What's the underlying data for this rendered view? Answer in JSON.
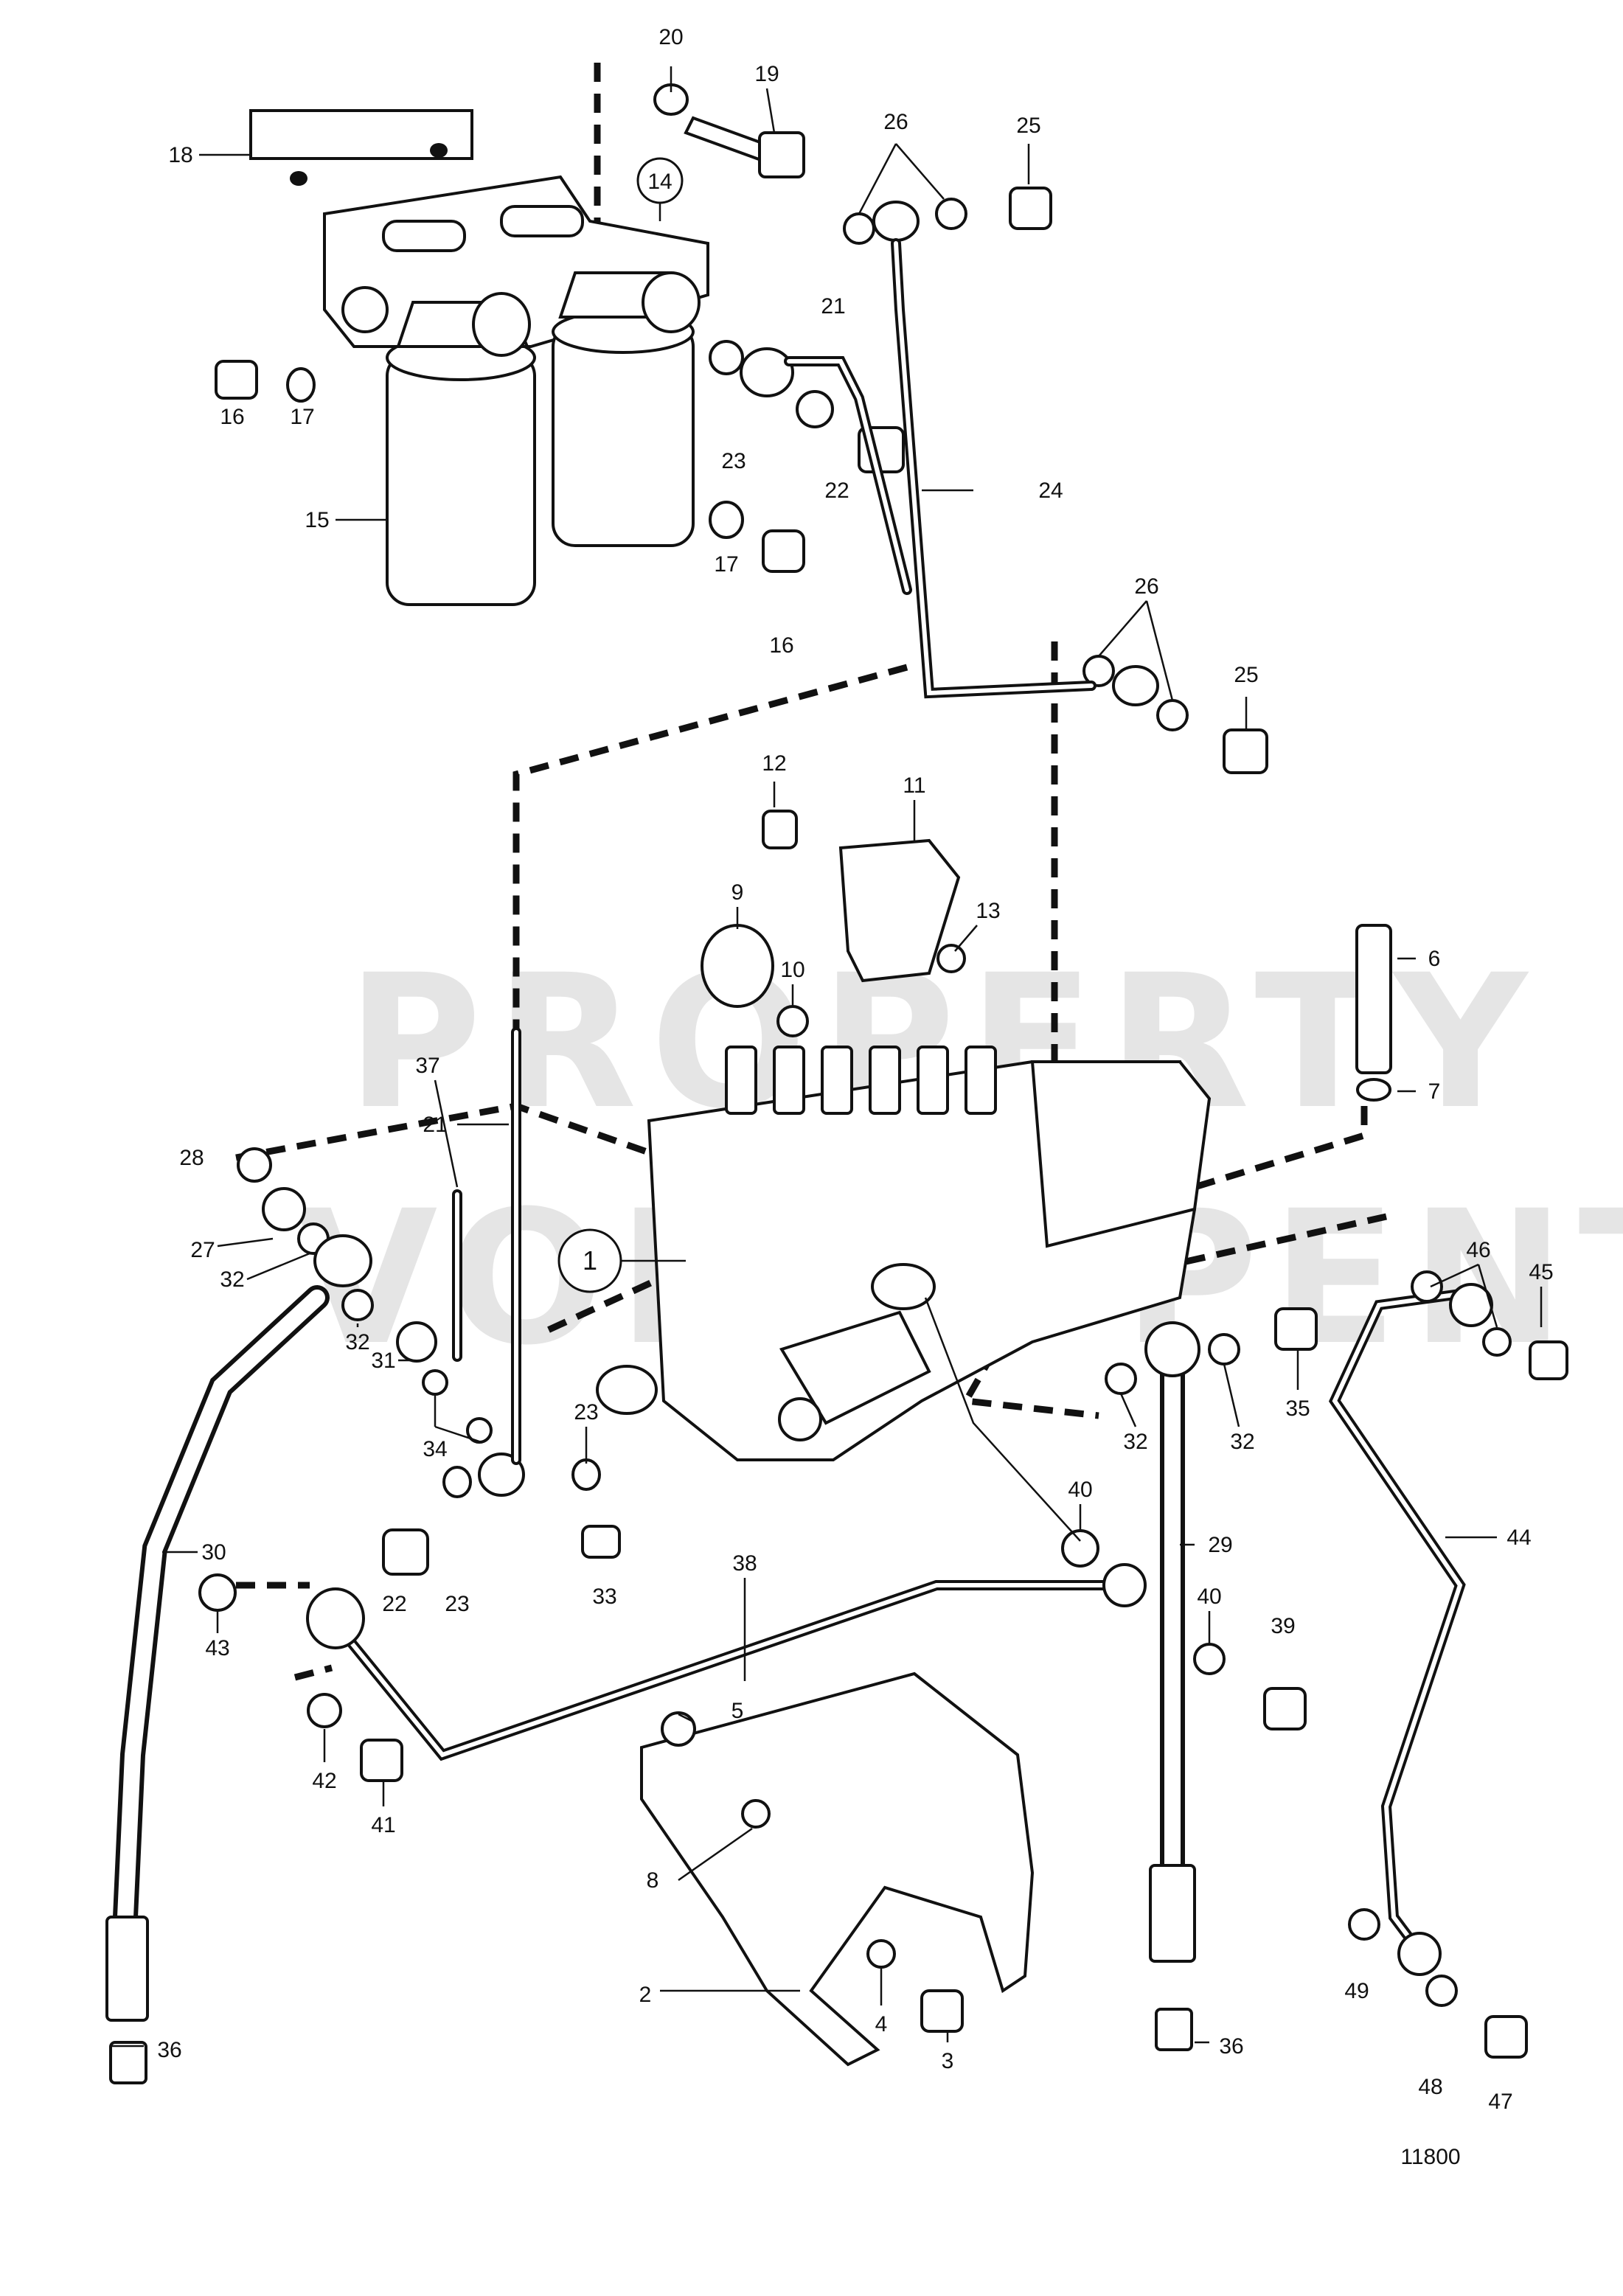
{
  "diagram_number": "11800",
  "watermark": [
    "PROPERTY OF",
    "VOLVO PENTA"
  ],
  "callouts": [
    {
      "id": "c1",
      "text": "1",
      "circled": true
    },
    {
      "id": "c2",
      "text": "2"
    },
    {
      "id": "c3",
      "text": "3"
    },
    {
      "id": "c4",
      "text": "4"
    },
    {
      "id": "c5",
      "text": "5"
    },
    {
      "id": "c6",
      "text": "6"
    },
    {
      "id": "c7",
      "text": "7"
    },
    {
      "id": "c8",
      "text": "8"
    },
    {
      "id": "c9",
      "text": "9"
    },
    {
      "id": "c10",
      "text": "10"
    },
    {
      "id": "c11",
      "text": "11"
    },
    {
      "id": "c12",
      "text": "12"
    },
    {
      "id": "c13",
      "text": "13"
    },
    {
      "id": "c14",
      "text": "14",
      "circled": true
    },
    {
      "id": "c15",
      "text": "15"
    },
    {
      "id": "c16a",
      "text": "16"
    },
    {
      "id": "c16b",
      "text": "16"
    },
    {
      "id": "c17a",
      "text": "17"
    },
    {
      "id": "c17b",
      "text": "17"
    },
    {
      "id": "c18",
      "text": "18"
    },
    {
      "id": "c19",
      "text": "19"
    },
    {
      "id": "c20",
      "text": "20"
    },
    {
      "id": "c21a",
      "text": "21"
    },
    {
      "id": "c21b",
      "text": "21"
    },
    {
      "id": "c22a",
      "text": "22"
    },
    {
      "id": "c22b",
      "text": "22"
    },
    {
      "id": "c23a",
      "text": "23"
    },
    {
      "id": "c23b",
      "text": "23"
    },
    {
      "id": "c23c",
      "text": "23"
    },
    {
      "id": "c24",
      "text": "24"
    },
    {
      "id": "c25a",
      "text": "25"
    },
    {
      "id": "c25b",
      "text": "25"
    },
    {
      "id": "c26a",
      "text": "26"
    },
    {
      "id": "c26b",
      "text": "26"
    },
    {
      "id": "c27",
      "text": "27"
    },
    {
      "id": "c28",
      "text": "28"
    },
    {
      "id": "c29",
      "text": "29"
    },
    {
      "id": "c30",
      "text": "30"
    },
    {
      "id": "c31",
      "text": "31"
    },
    {
      "id": "c32a",
      "text": "32"
    },
    {
      "id": "c32b",
      "text": "32"
    },
    {
      "id": "c32c",
      "text": "32"
    },
    {
      "id": "c32d",
      "text": "32"
    },
    {
      "id": "c33",
      "text": "33"
    },
    {
      "id": "c34",
      "text": "34"
    },
    {
      "id": "c35",
      "text": "35"
    },
    {
      "id": "c36a",
      "text": "36"
    },
    {
      "id": "c36b",
      "text": "36"
    },
    {
      "id": "c37",
      "text": "37"
    },
    {
      "id": "c38",
      "text": "38"
    },
    {
      "id": "c39",
      "text": "39"
    },
    {
      "id": "c40a",
      "text": "40"
    },
    {
      "id": "c40b",
      "text": "40"
    },
    {
      "id": "c41",
      "text": "41"
    },
    {
      "id": "c42",
      "text": "42"
    },
    {
      "id": "c43",
      "text": "43"
    },
    {
      "id": "c44",
      "text": "44"
    },
    {
      "id": "c45",
      "text": "45"
    },
    {
      "id": "c46",
      "text": "46"
    },
    {
      "id": "c47",
      "text": "47"
    },
    {
      "id": "c48",
      "text": "48"
    },
    {
      "id": "c49",
      "text": "49"
    }
  ]
}
